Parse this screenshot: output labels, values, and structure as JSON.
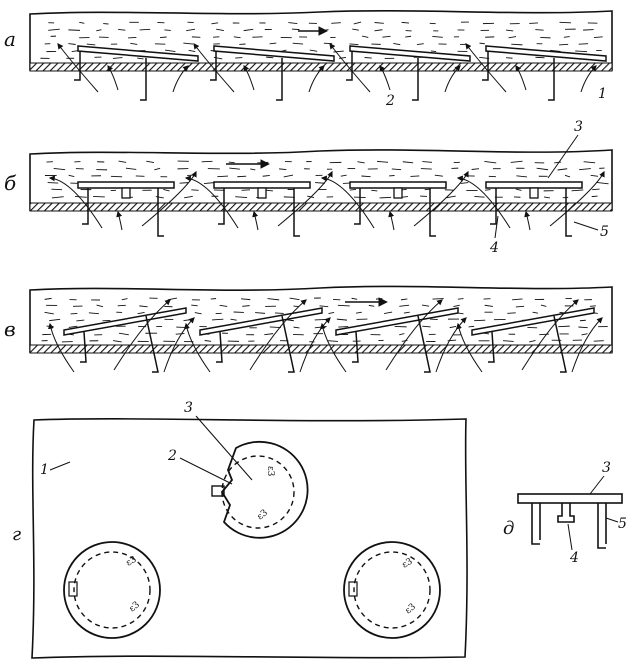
{
  "panels": {
    "a": "а",
    "b": "б",
    "c": "в",
    "d": "г",
    "e": "д"
  },
  "callouts": {
    "n1": "1",
    "n2": "2",
    "n3": "3",
    "n4": "4",
    "n5": "5"
  },
  "colors": {
    "ink": "#111111",
    "paper": "#ffffff"
  }
}
